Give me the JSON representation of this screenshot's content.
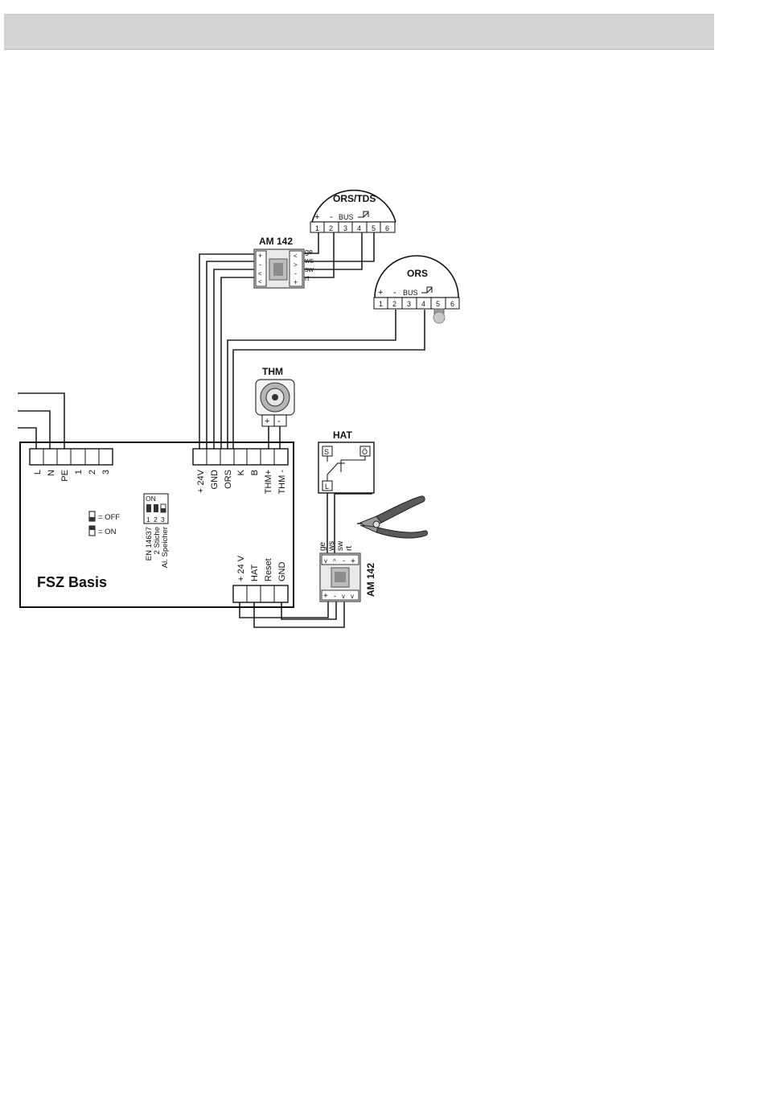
{
  "fsz": {
    "title": "FSZ Basis",
    "left_terminals": [
      "L",
      "N",
      "PE",
      "1",
      "2",
      "3"
    ],
    "right_terminals": [
      "+ 24V",
      "GND",
      "ORS",
      "K",
      "B",
      "THM+",
      "THM -"
    ],
    "bottom_terminals": [
      "+ 24 V",
      "HAT",
      "Reset",
      "GND"
    ],
    "dip": {
      "on_label": "ON",
      "positions": [
        "1",
        "2",
        "3"
      ],
      "note_line1": "EN 14637",
      "note_line2": "2 Stiche",
      "note_line3": "Al. Speicher"
    },
    "legend": {
      "off": "= OFF",
      "on": "= ON"
    }
  },
  "am142_top": {
    "title": "AM 142",
    "left_pins": [
      "+",
      "-",
      "<",
      "<"
    ],
    "right_pins": [
      "<",
      ">",
      "-",
      "+"
    ],
    "wires": [
      "ge",
      "ws",
      "sw",
      "rt"
    ]
  },
  "ors_tds": {
    "title": "ORS/TDS",
    "marks": [
      "+",
      "-",
      "BUS"
    ],
    "terminals": [
      "1",
      "2",
      "3",
      "4",
      "5",
      "6"
    ]
  },
  "ors": {
    "title": "ORS",
    "marks": [
      "+",
      "-",
      "BUS"
    ],
    "terminals": [
      "1",
      "2",
      "3",
      "4",
      "5",
      "6"
    ]
  },
  "thm": {
    "title": "THM",
    "pins": [
      "+",
      "-"
    ]
  },
  "hat": {
    "title": "HAT",
    "s_label": "S",
    "o_label": "Ö",
    "l_label": "L"
  },
  "am142_bottom": {
    "title": "AM 142",
    "wires": [
      "ge",
      "ws",
      "sw",
      "rt"
    ],
    "top_pins": [
      "v",
      "^",
      "-",
      "+"
    ],
    "bottom_pins": [
      "+",
      "-",
      "v",
      "v"
    ]
  }
}
